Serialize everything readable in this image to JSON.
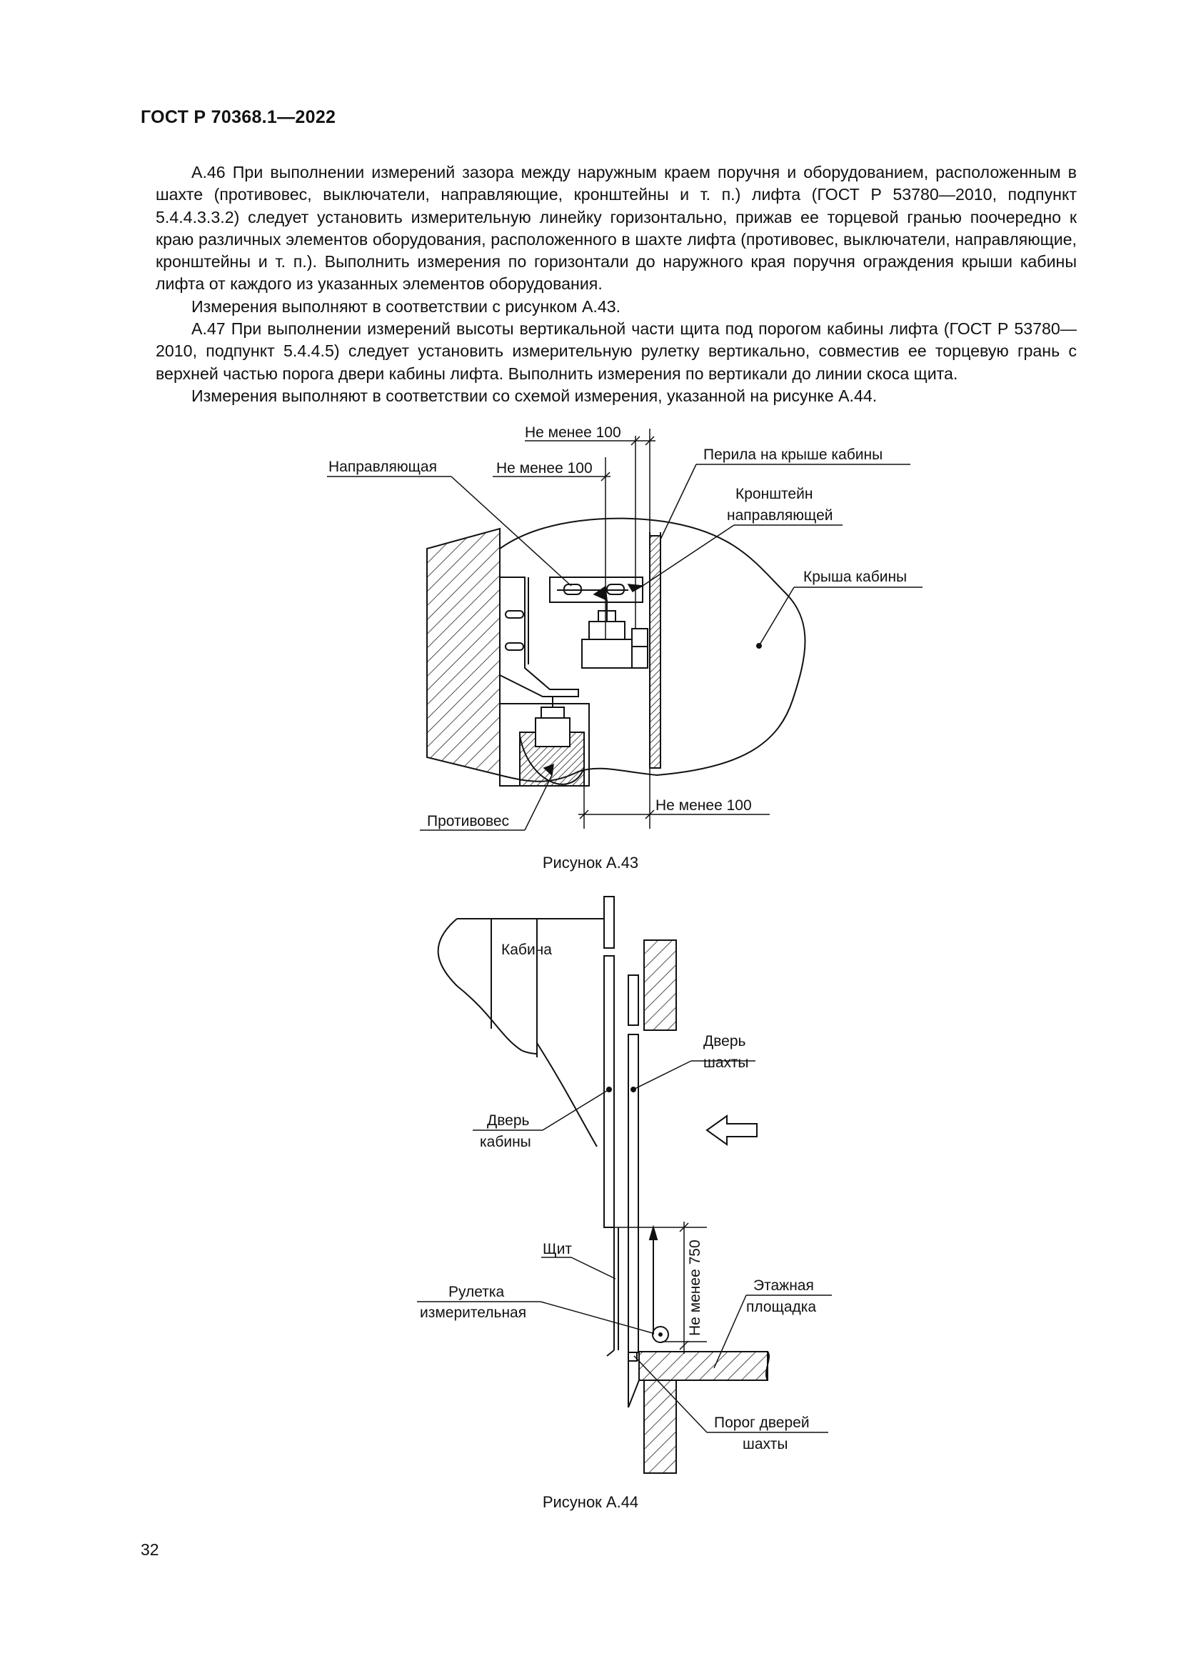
{
  "header": {
    "doc_id": "ГОСТ Р 70368.1—2022"
  },
  "paragraphs": [
    "А.46 При выполнении измерений зазора между наружным краем поручня и оборудованием, расположенным в шахте (противовес, выключатели, направляющие, кронштейны и т. п.) лифта (ГОСТ Р 53780—2010, подпункт 5.4.4.3.3.2) следует установить измерительную линейку горизонтально, прижав ее торцевой гранью поочередно к краю различных элементов оборудования, расположенного в шахте лифта (противовес, выключатели, направляющие, кронштейны и т. п.). Выполнить измерения по горизонтали до наружного края поручня ограждения крыши кабины лифта от каждого из указанных элементов оборудования.",
    "Измерения выполняют в соответствии с рисунком А.43.",
    "А.47 При выполнении измерений высоты вертикальной части щита под порогом кабины лифта (ГОСТ Р 53780—2010, подпункт 5.4.4.5) следует установить измерительную рулетку вертикально, совместив ее торцевую грань с верхней частью порога двери кабины лифта. Выполнить измерения по вертикали до линии скоса щита.",
    "Измерения выполняют в соответствии со схемой измерения, указанной на рисунке А.44."
  ],
  "figure_a43": {
    "labels": {
      "dim_top1": "Не менее 100",
      "dim_top2": "Не менее 100",
      "dim_bottom": "Не менее 100",
      "guide": "Направляющая",
      "railing": "Перила на крыше кабины",
      "bracket_l1": "Кронштейн",
      "bracket_l2": "направляющей",
      "roof": "Крыша кабины",
      "counterweight": "Противовес"
    },
    "caption": "Рисунок А.43"
  },
  "figure_a44": {
    "labels": {
      "cabin": "Кабина",
      "shaft_door_l1": "Дверь",
      "shaft_door_l2": "шахты",
      "cabin_door_l1": "Дверь",
      "cabin_door_l2": "кабины",
      "shield": "Щит",
      "tape_l1": "Рулетка",
      "tape_l2": "измерительная",
      "landing_l1": "Этажная",
      "landing_l2": "площадка",
      "threshold_l1": "Порог дверей",
      "threshold_l2": "шахты",
      "dim_vertical": "Не менее 750"
    },
    "caption": "Рисунок А.44"
  },
  "page_number": "32"
}
